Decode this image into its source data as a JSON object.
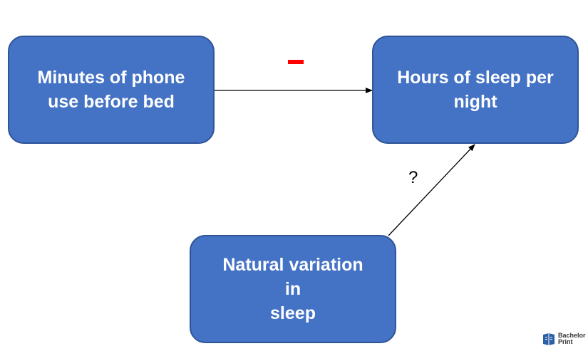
{
  "nodes": {
    "phone_use": {
      "lines": [
        "Minutes of phone",
        "use before bed"
      ]
    },
    "sleep_hours": {
      "lines": [
        "Hours of sleep per",
        "night"
      ]
    },
    "natural_variation": {
      "lines": [
        "Natural variation in",
        "sleep"
      ]
    }
  },
  "edges": {
    "phone_to_sleep": {
      "sign": "negative",
      "color": "#ff0000"
    },
    "variation_to_sleep": {
      "label": "?"
    }
  },
  "logo": {
    "lines": [
      "Bachelor",
      "Print"
    ],
    "icon": "book-logo-icon"
  },
  "colors": {
    "node_fill": "#4472c4",
    "node_border": "#2f5597",
    "node_text": "#ffffff",
    "arrow": "#000000",
    "minus": "#ff0000"
  }
}
